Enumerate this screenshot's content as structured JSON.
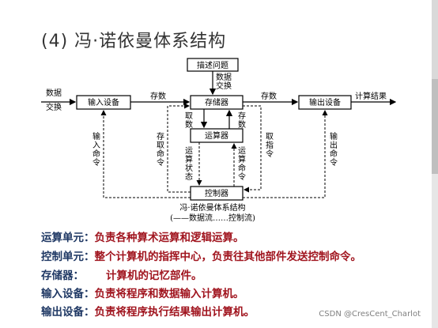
{
  "slide": {
    "title": "(4) 冯·诺依曼体系结构",
    "accent_color": "#8a8a8a"
  },
  "diagram": {
    "blocks": {
      "describe": "描述问题",
      "input": "输入设备",
      "memory": "存储器",
      "output": "输出设备",
      "alu": "运算器",
      "controller": "控制器"
    },
    "labels": {
      "data_exchange_top_1": "数据",
      "data_exchange_top_2": "交换",
      "data_exchange_left_1": "数据",
      "data_exchange_left_2": "交换",
      "store_left": "存数",
      "store_right": "存数",
      "compute_result": "计算结果",
      "fetch_data_1": "取",
      "fetch_data_2": "数",
      "store_down_1": "存",
      "store_down_2": "数",
      "fetch_instr": [
        "存",
        "取",
        "命",
        "令"
      ],
      "input_cmd": [
        "输",
        "入",
        "命",
        "令"
      ],
      "output_cmd": [
        "输",
        "出",
        "命",
        "令"
      ],
      "fetch_op": [
        "取",
        "指",
        "令"
      ],
      "alu_state": [
        "运",
        "算",
        "状",
        "态"
      ],
      "alu_cmd": [
        "运",
        "算",
        "命",
        "令"
      ],
      "caption": "冯·诺依曼体系结构",
      "legend": "(——数据流……控制流)"
    }
  },
  "descriptions": [
    {
      "term": "运算单元：",
      "definition": "负责各种算术运算和逻辑运算。"
    },
    {
      "term": "控制单元：",
      "definition": "整个计算机的指挥中心，负责往其他部件发送控制命令。"
    },
    {
      "term": "存储器：",
      "definition": "计算机的记忆部件。"
    },
    {
      "term": "输入设备：",
      "definition": "负责将程序和数据输入计算机。"
    },
    {
      "term": "输出设备：",
      "definition": "负责将程序执行结果输出计算机。"
    }
  ],
  "watermark": "CSDN @CresCent_Charlot"
}
